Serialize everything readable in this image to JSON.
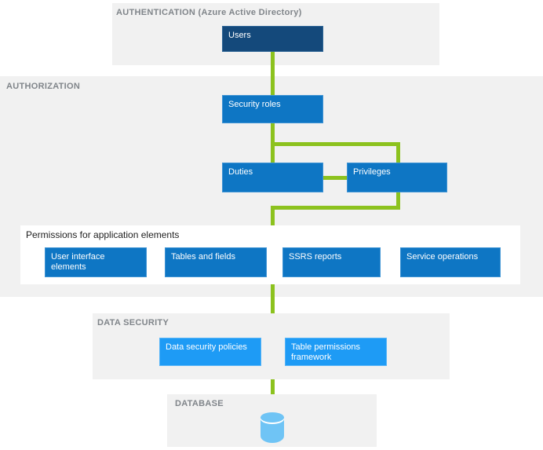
{
  "colors": {
    "section_bg": "#f1f1f1",
    "navy": "#14497b",
    "blue": "#0e76c4",
    "light_blue": "#1e9bf5",
    "connector_green": "#8cc21e",
    "cylinder_blue": "#6fc4f5",
    "section_label_gray": "#80858a"
  },
  "sections": {
    "authentication": {
      "label": "AUTHENTICATION (Azure Active Directory)",
      "nodes": {
        "users": "Users"
      }
    },
    "authorization": {
      "label": "AUTHORIZATION",
      "nodes": {
        "security_roles": "Security roles",
        "duties": "Duties",
        "privileges": "Privileges"
      },
      "permissions": {
        "title": "Permissions for application elements",
        "items": [
          "User interface elements",
          "Tables and fields",
          "SSRS reports",
          "Service operations"
        ]
      }
    },
    "data_security": {
      "label": "DATA SECURITY",
      "nodes": {
        "policies": "Data security policies",
        "framework": "Table permissions framework"
      }
    },
    "database": {
      "label": "DATABASE"
    }
  }
}
